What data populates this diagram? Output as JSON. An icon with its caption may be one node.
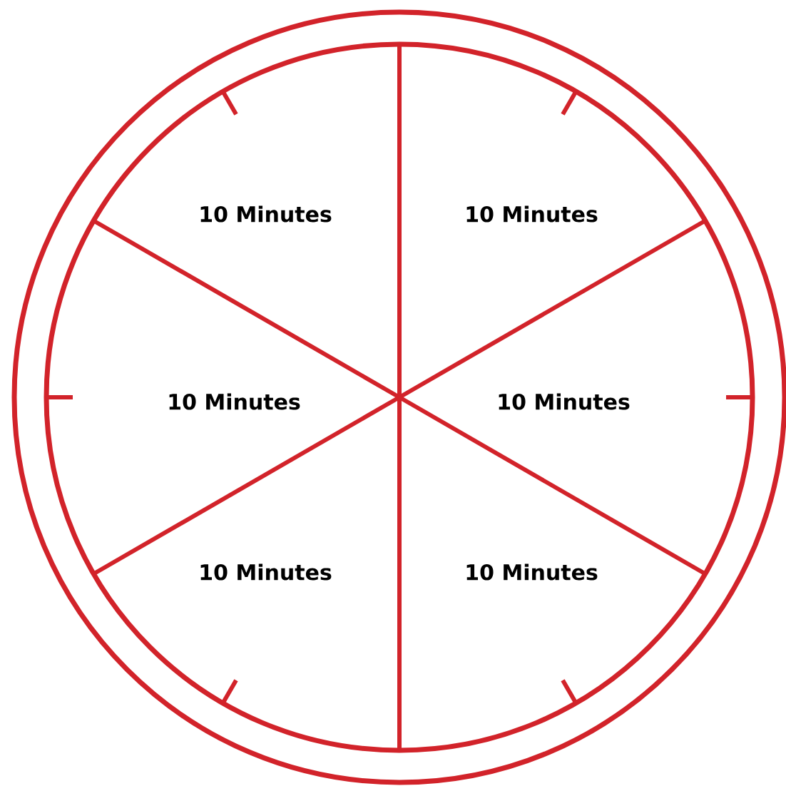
{
  "diagram": {
    "labels": [
      "10 Minutes",
      "10 Minutes",
      "10 Minutes",
      "10 Minutes",
      "10 Minutes",
      "10 Minutes"
    ]
  }
}
